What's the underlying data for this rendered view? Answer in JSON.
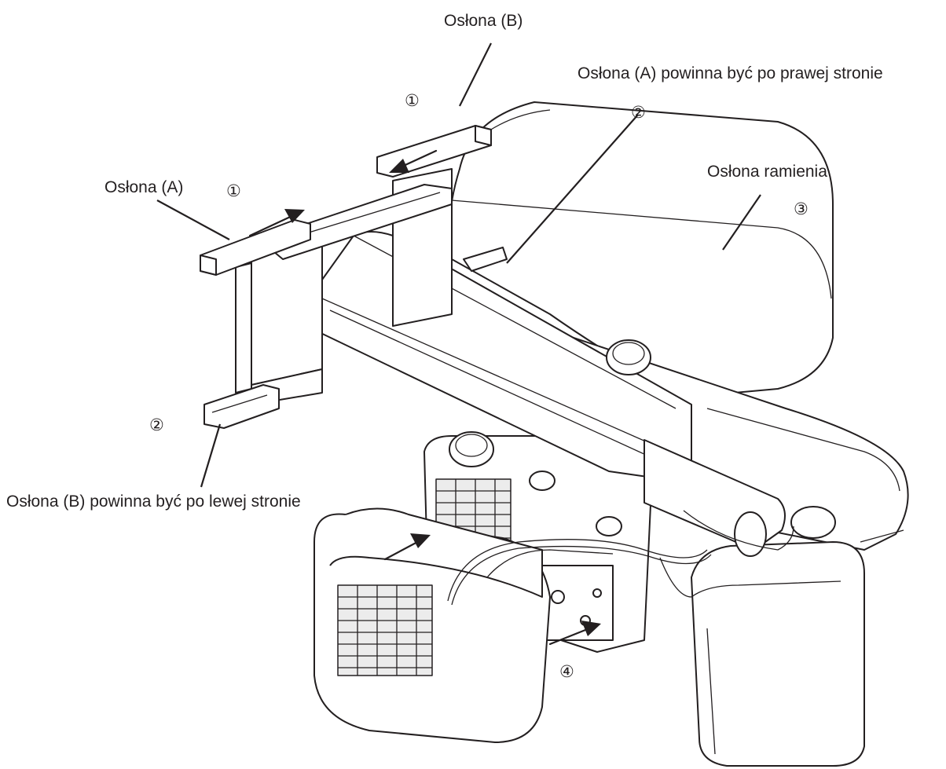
{
  "labels": {
    "cover_b_top": "Osłona (B)",
    "cover_a_right": "Osłona (A) powinna być po prawej stronie",
    "cover_a": "Osłona (A)",
    "arm_cover": "Osłona ramienia",
    "cover_b_left": "Osłona (B) powinna być po lewej stronie"
  },
  "callouts": {
    "step1_a": "①",
    "step1_b": "①",
    "step2_right": "②",
    "step2_left": "②",
    "step3": "③",
    "step4": "④"
  }
}
